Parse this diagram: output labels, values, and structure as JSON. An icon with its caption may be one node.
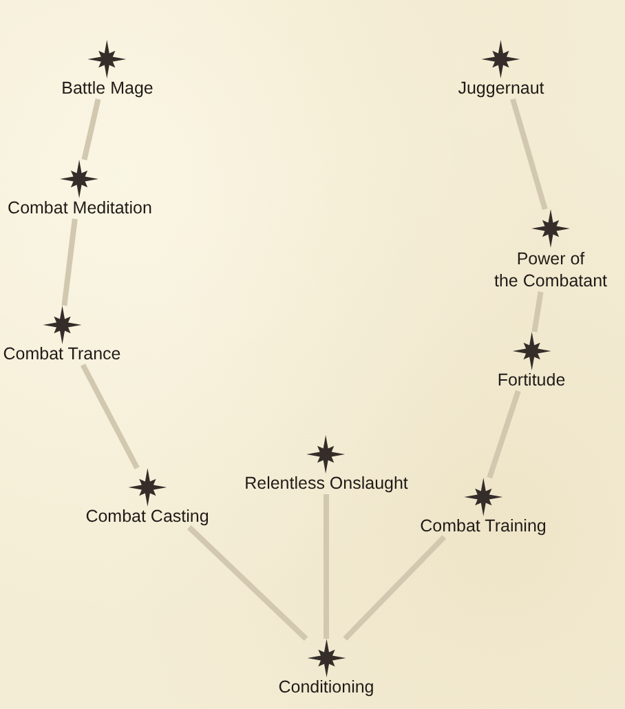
{
  "diagram": {
    "nodes": [
      {
        "text": [
          "Battle Mage"
        ]
      },
      {
        "text": [
          "Juggernaut"
        ]
      },
      {
        "text": [
          "Combat Meditation"
        ]
      },
      {
        "text": [
          "Power of the Combatant"
        ]
      },
      {
        "text": [
          "Combat Trance"
        ]
      },
      {
        "text": [
          "Fortitude"
        ]
      },
      {
        "text": [
          "Relentless Onslaught"
        ]
      },
      {
        "text": [
          "Combat Casting"
        ]
      },
      {
        "text": [
          "Combat Training"
        ]
      },
      {
        "text": [
          "Conditioning"
        ]
      }
    ],
    "edges": [
      {
        "from": 0,
        "to": 2,
        "arrow": "none"
      },
      {
        "from": 2,
        "to": 4,
        "arrow": "none"
      },
      {
        "from": 4,
        "to": 7,
        "arrow": "none"
      },
      {
        "from": 7,
        "to": 9,
        "arrow": "none"
      },
      {
        "from": 6,
        "to": 9,
        "arrow": "none"
      },
      {
        "from": 9,
        "to": 8,
        "arrow": "none"
      },
      {
        "from": 8,
        "to": 5,
        "arrow": "none"
      },
      {
        "from": 5,
        "to": 3,
        "arrow": "none"
      },
      {
        "from": 3,
        "to": 1,
        "arrow": "none"
      }
    ]
  }
}
